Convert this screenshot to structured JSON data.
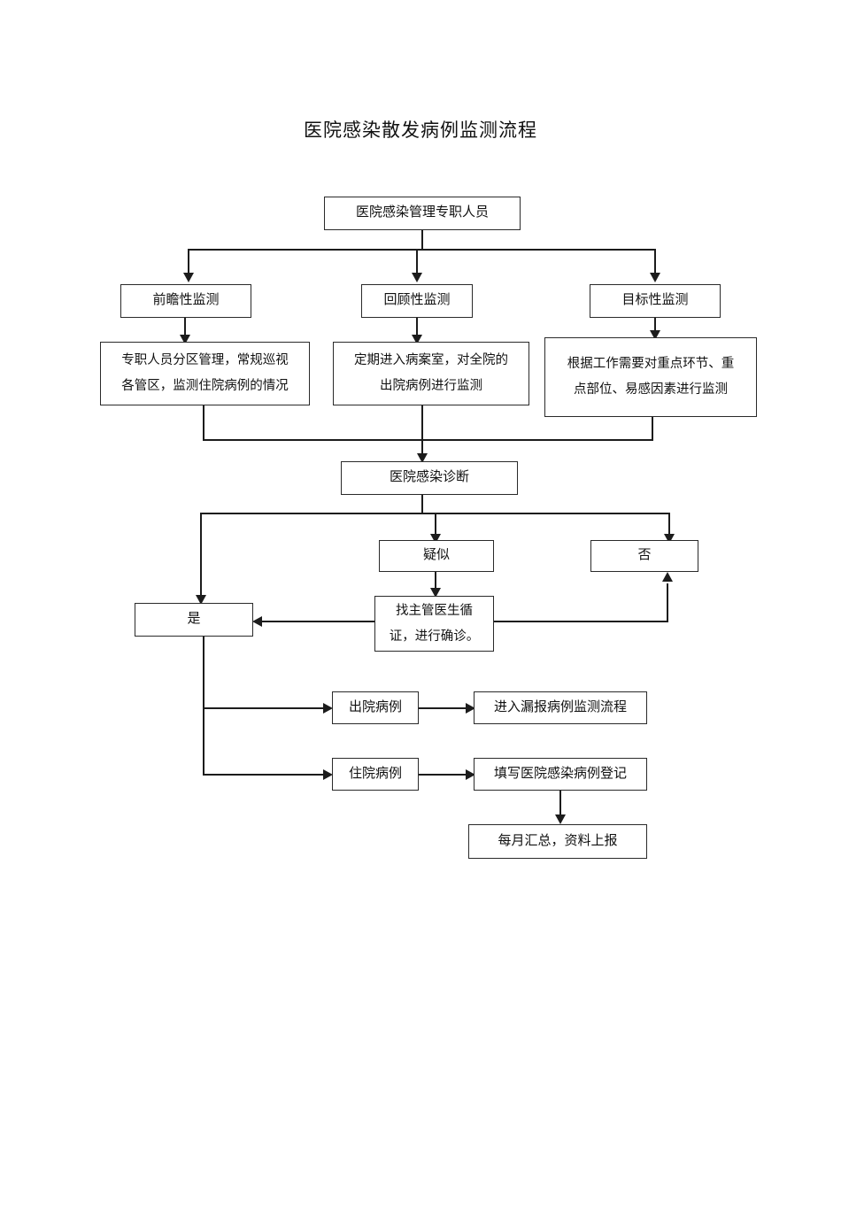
{
  "document": {
    "title": "医院感染散发病例监测流程"
  },
  "flowchart": {
    "type": "flowchart",
    "orientation": "top-down",
    "nodes": [
      {
        "id": "staff",
        "label": "医院感染管理专职人员"
      },
      {
        "id": "prospective",
        "label": "前瞻性监测"
      },
      {
        "id": "retrospective",
        "label": "回顾性监测"
      },
      {
        "id": "targeted",
        "label": "目标性监测"
      },
      {
        "id": "prospective-desc",
        "line1": "专职人员分区管理，常规巡视",
        "line2": "各管区，监测住院病例的情况"
      },
      {
        "id": "retrospective-desc",
        "line1": "定期进入病案室，对全院的",
        "line2": "出院病例进行监测"
      },
      {
        "id": "targeted-desc",
        "line1": "根据工作需要对重点环节、重",
        "line2": "点部位、易感因素进行监测"
      },
      {
        "id": "diagnosis",
        "label": "医院感染诊断"
      },
      {
        "id": "suspected",
        "label": "疑似"
      },
      {
        "id": "no",
        "label": "否"
      },
      {
        "id": "yes",
        "label": "是"
      },
      {
        "id": "consult",
        "line1": "找主管医生循",
        "line2": "证，进行确诊。"
      },
      {
        "id": "discharged",
        "label": "出院病例"
      },
      {
        "id": "missed-report",
        "label": "进入漏报病例监测流程"
      },
      {
        "id": "inpatient",
        "label": "住院病例"
      },
      {
        "id": "register",
        "label": "填写医院感染病例登记"
      },
      {
        "id": "monthly",
        "label": "每月汇总，资料上报"
      }
    ],
    "edges": [
      {
        "from": "staff",
        "to": "prospective"
      },
      {
        "from": "staff",
        "to": "retrospective"
      },
      {
        "from": "staff",
        "to": "targeted"
      },
      {
        "from": "prospective",
        "to": "prospective-desc"
      },
      {
        "from": "retrospective",
        "to": "retrospective-desc"
      },
      {
        "from": "targeted",
        "to": "targeted-desc"
      },
      {
        "from": "prospective-desc",
        "to": "diagnosis"
      },
      {
        "from": "retrospective-desc",
        "to": "diagnosis"
      },
      {
        "from": "targeted-desc",
        "to": "diagnosis"
      },
      {
        "from": "diagnosis",
        "to": "yes"
      },
      {
        "from": "diagnosis",
        "to": "suspected"
      },
      {
        "from": "diagnosis",
        "to": "no"
      },
      {
        "from": "suspected",
        "to": "consult"
      },
      {
        "from": "consult",
        "to": "yes"
      },
      {
        "from": "consult",
        "to": "no"
      },
      {
        "from": "yes",
        "to": "discharged"
      },
      {
        "from": "yes",
        "to": "inpatient"
      },
      {
        "from": "discharged",
        "to": "missed-report"
      },
      {
        "from": "inpatient",
        "to": "register"
      },
      {
        "from": "register",
        "to": "monthly"
      }
    ]
  },
  "style": {
    "border_color": "#2a2a2a",
    "line_color": "#1c1c1c",
    "background": "#ffffff",
    "text_color": "#111111"
  }
}
